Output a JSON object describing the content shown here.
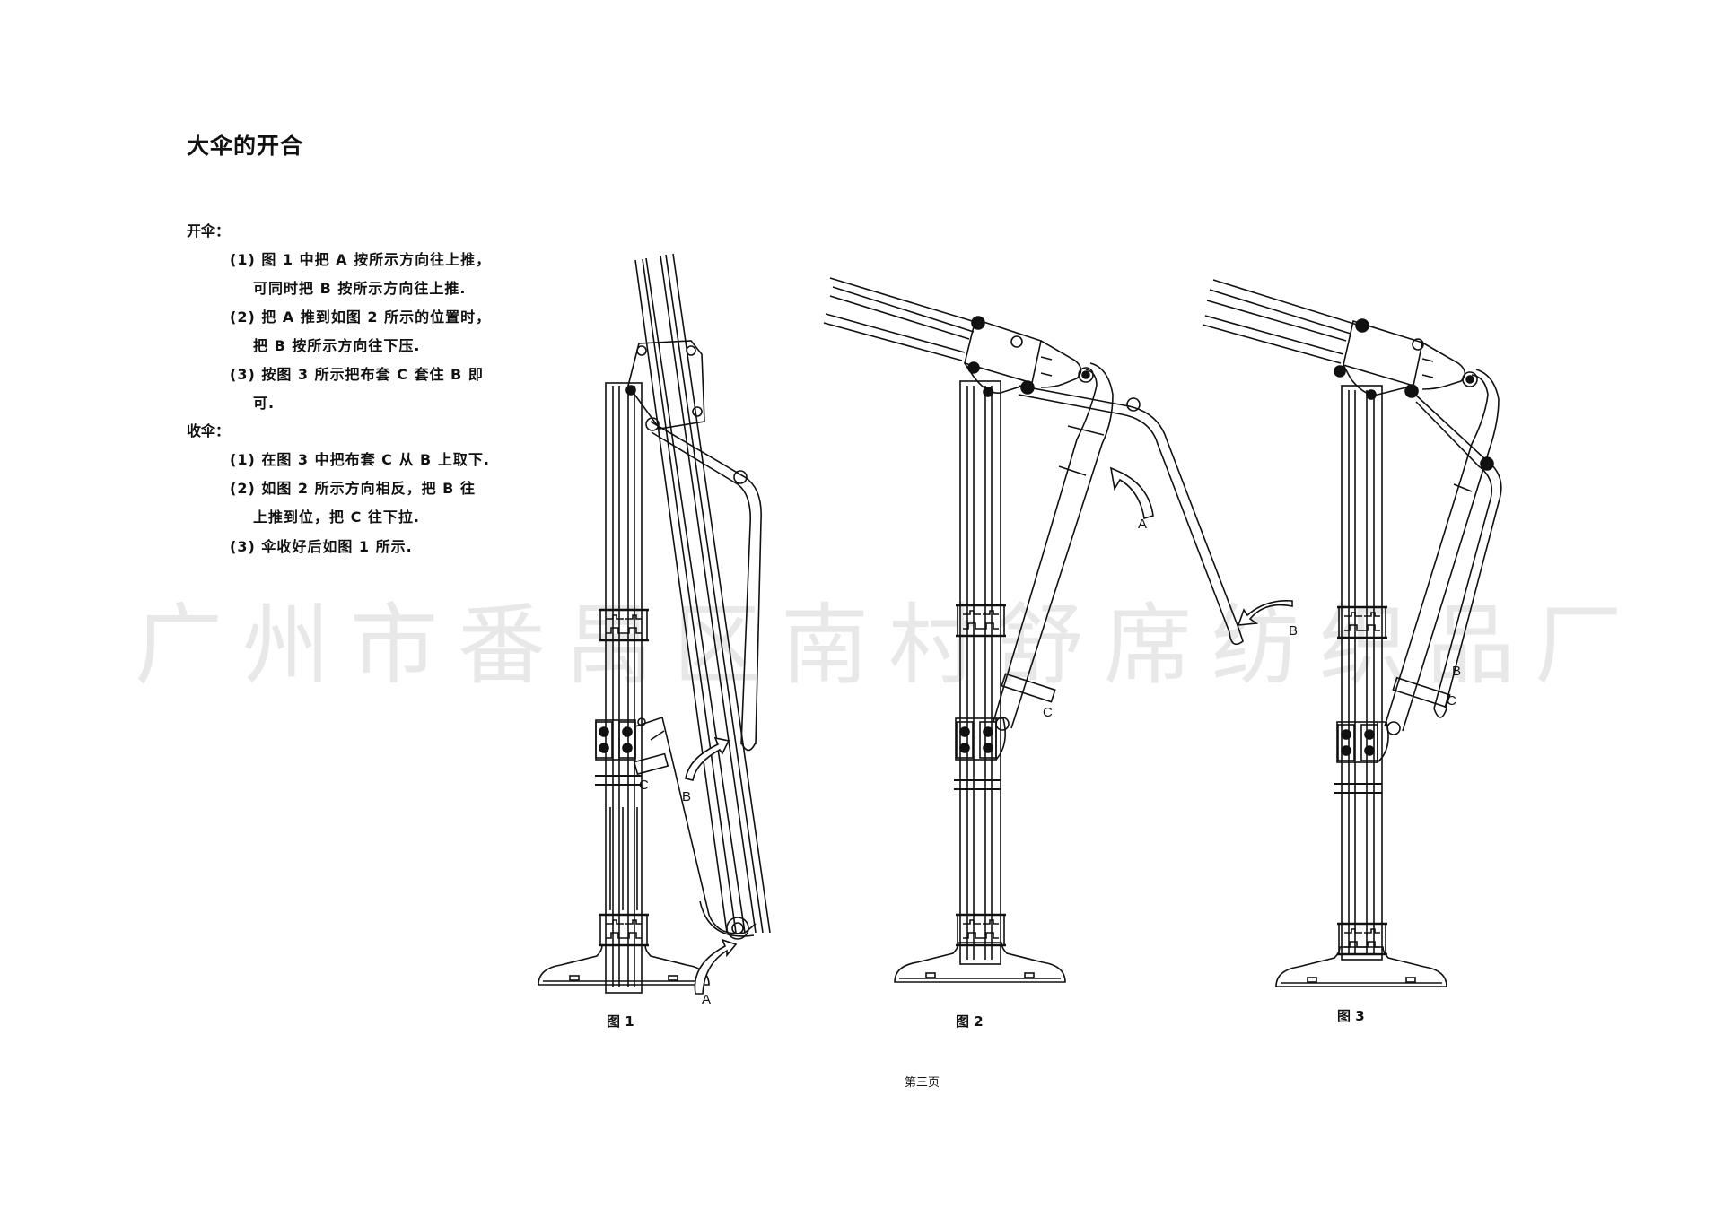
{
  "document": {
    "title": "大伞的开合",
    "watermark": "广州市番禺区南村舒席纺织品厂",
    "page_label": "第三页"
  },
  "open_section": {
    "heading": "开伞：",
    "steps": [
      {
        "line1": "(1) 图 1 中把 A 按所示方向往上推，",
        "line2": "可同时把 B 按所示方向往上推."
      },
      {
        "line1": "(2) 把 A 推到如图 2 所示的位置时，",
        "line2": "把 B 按所示方向往下压."
      },
      {
        "line1": "(3) 按图 3 所示把布套 C 套住 B 即",
        "line2": "可."
      }
    ]
  },
  "close_section": {
    "heading": "收伞：",
    "steps": [
      {
        "line1": "(1) 在图 3 中把布套 C 从 B 上取下.",
        "line2": ""
      },
      {
        "line1": "(2) 如图 2 所示方向相反，把 B 往",
        "line2": "上推到位，把 C 往下拉."
      },
      {
        "line1": "(3) 伞收好后如图 1 所示.",
        "line2": ""
      }
    ]
  },
  "figures": [
    {
      "caption": "图 1",
      "labels": {
        "a": "A",
        "b": "B",
        "c": "C"
      }
    },
    {
      "caption": "图 2",
      "labels": {
        "a": "A",
        "b": "B",
        "c": "C"
      }
    },
    {
      "caption": "图 3",
      "labels": {
        "b": "B",
        "c": "C"
      }
    }
  ]
}
